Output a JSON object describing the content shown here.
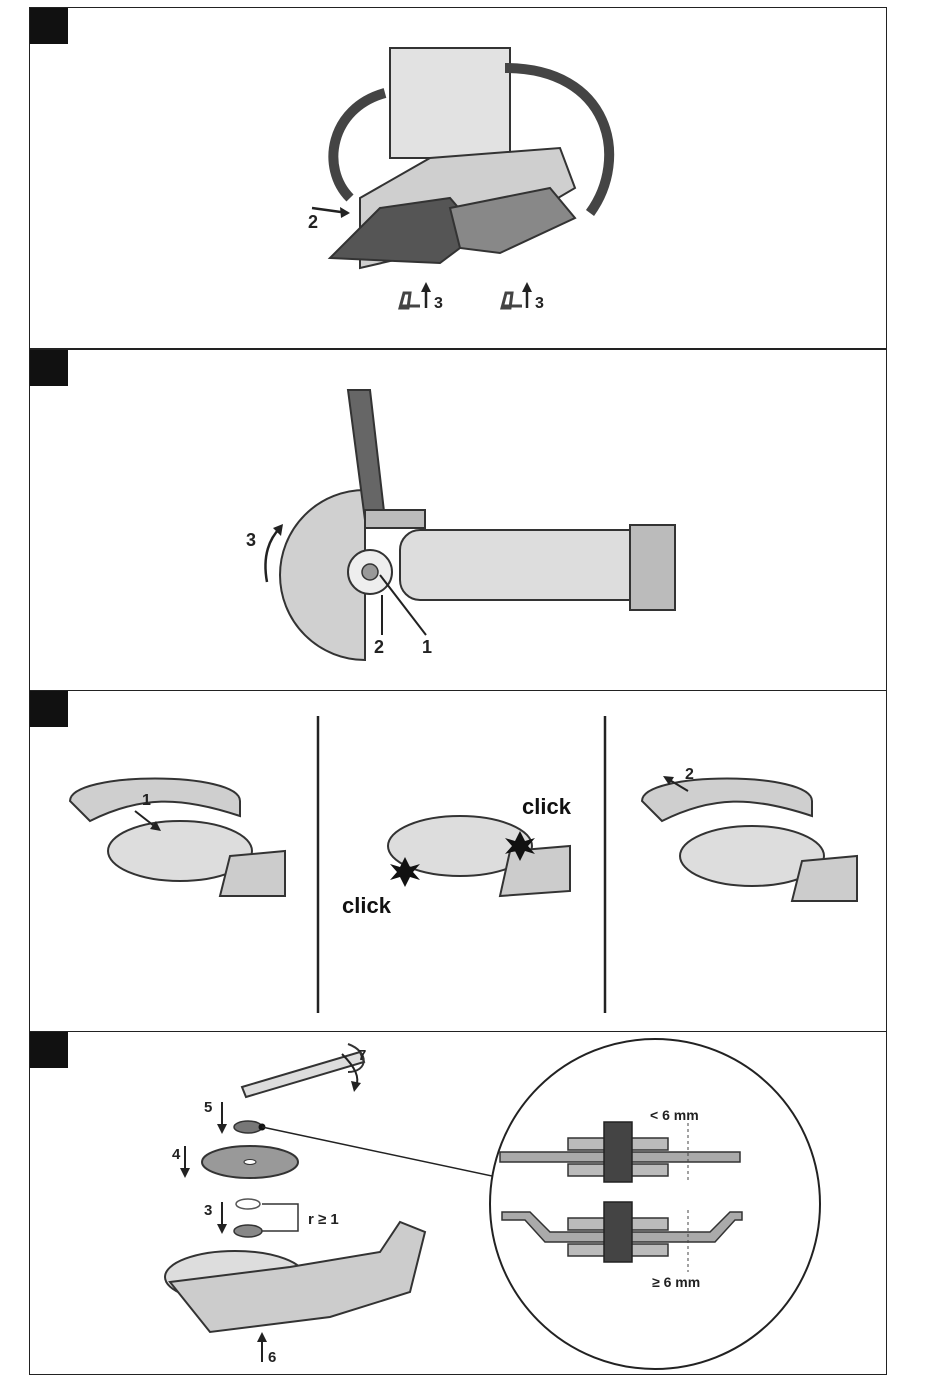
{
  "panels": [
    {
      "labels": [
        "2",
        "3",
        "3"
      ]
    },
    {
      "labels": [
        "3",
        "2",
        "1"
      ]
    },
    {
      "labels": [
        "1",
        "click",
        "click",
        "2"
      ]
    },
    {
      "labels": [
        "7",
        "5",
        "4",
        "3",
        "6"
      ],
      "detail": {
        "top": "< 6 mm",
        "bottom": "≥ 6 mm"
      },
      "bracket_label": "r ≥ 1"
    }
  ],
  "colors": {
    "tool_body": "#d8d8d8",
    "dark": "#555555",
    "outline": "#333333"
  }
}
